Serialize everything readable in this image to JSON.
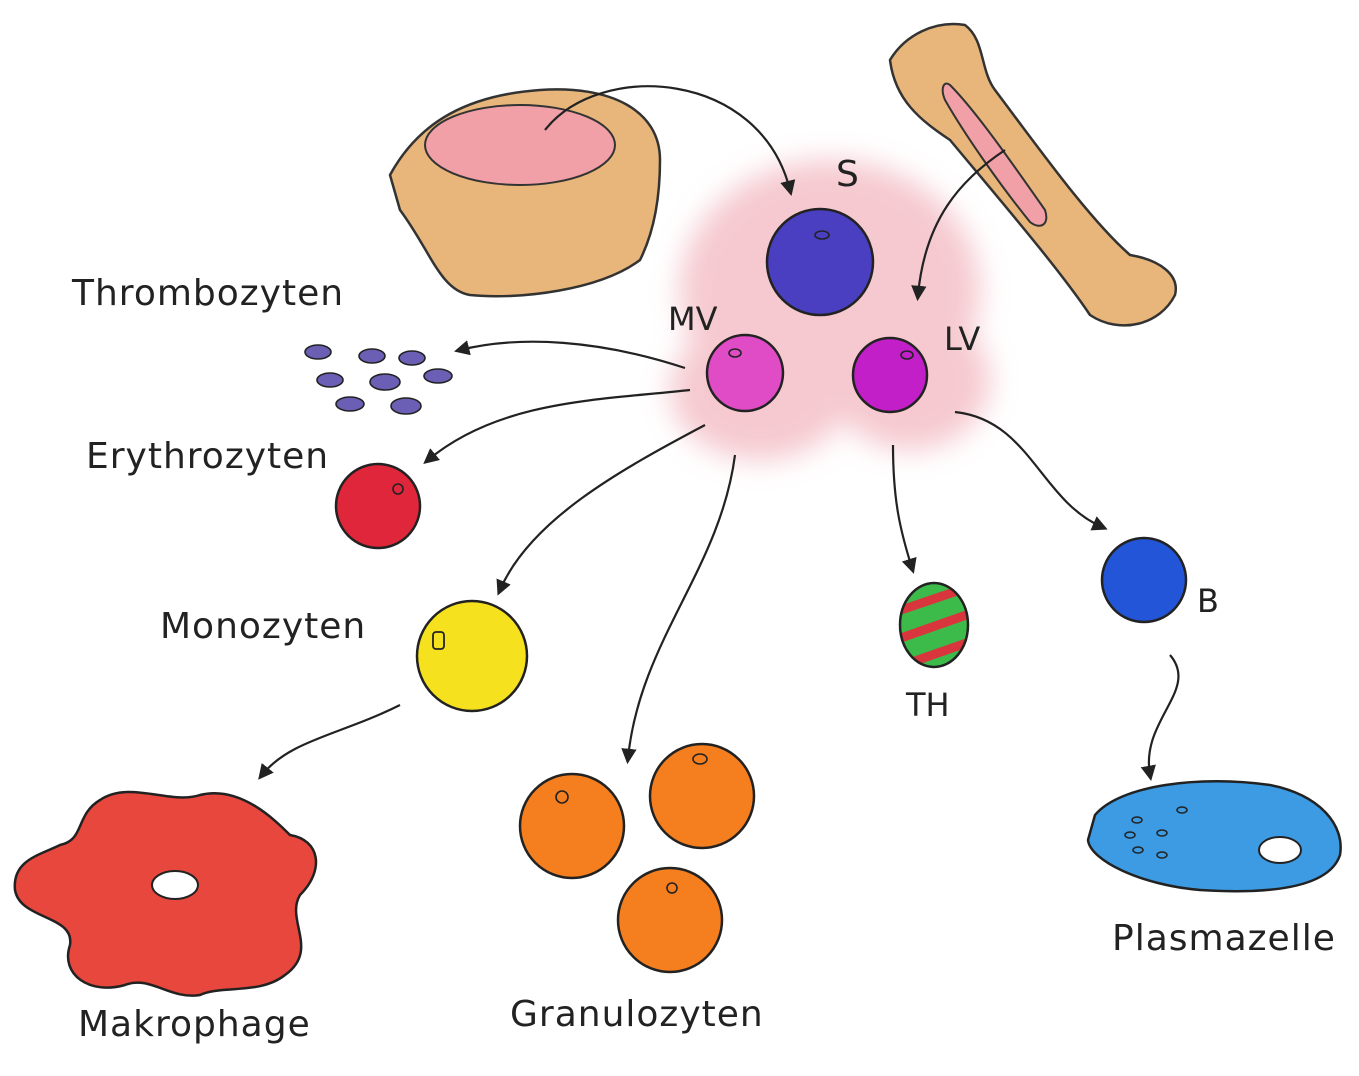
{
  "labels": {
    "stem_cell": "S",
    "myeloid_progenitor": "MV",
    "lymphoid_progenitor": "LV",
    "thrombocytes": "Thrombozyten",
    "erythrocytes": "Erythrozyten",
    "monocytes": "Monozyten",
    "macrophage": "Makrophage",
    "granulocytes": "Granulozyten",
    "t_helper": "TH",
    "b_cell": "B",
    "plasma_cell": "Plasmazelle"
  },
  "colors": {
    "stem_cell": "#4a3fc0",
    "progenitor_myeloid": "#e04cc6",
    "progenitor_lymphoid": "#c21fc9",
    "erythrocyte": "#e0263a",
    "thrombocyte": "#6b5fb5",
    "monocyte": "#f5e11e",
    "macrophage": "#e8473d",
    "granulocyte": "#f57f1f",
    "t_cell_green": "#3dbb4a",
    "t_cell_red": "#d8353c",
    "b_cell": "#2355d8",
    "plasma_cell": "#3c9be3",
    "bone": "#e8b67a",
    "marrow": "#f0a0a6",
    "cloud": "#f2b7c0"
  }
}
